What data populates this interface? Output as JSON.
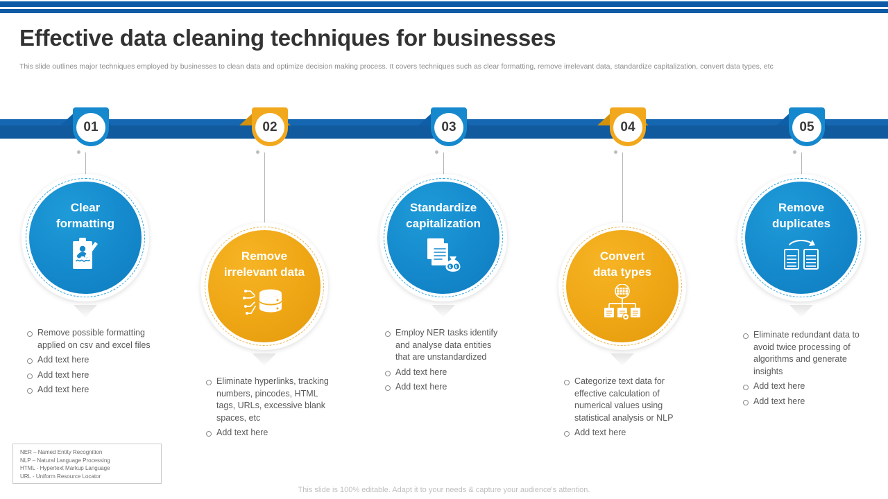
{
  "header": {
    "title": "Effective data cleaning techniques for businesses",
    "subtitle": "This slide outlines major techniques employed by businesses to clean data and optimize decision making process. It covers techniques such as clear formatting, remove irrelevant data, standardize capitalization, convert data types, etc"
  },
  "colors": {
    "blue_bar": "#125a9e",
    "blue_circle": "#1489cc",
    "gold_circle": "#efa615",
    "marker_blue_wing": "#0f5fa8",
    "marker_gold_wing": "#d4910c",
    "text_gray": "#595959"
  },
  "steps": [
    {
      "number": "01",
      "color": "blue",
      "title_line1": "Clear",
      "title_line2": "formatting",
      "icon": "clipboard-signature-icon",
      "bullets": [
        "Remove possible formatting applied on csv and excel files",
        "Add text here",
        "Add text here",
        "Add text here"
      ]
    },
    {
      "number": "02",
      "color": "gold",
      "title_line1": "Remove",
      "title_line2": "irrelevant data",
      "icon": "database-network-icon",
      "bullets": [
        "Eliminate hyperlinks, tracking numbers, pincodes, HTML tags, URLs, excessive blank spaces, etc",
        "Add text here"
      ]
    },
    {
      "number": "03",
      "color": "blue",
      "title_line1": "Standardize",
      "title_line2": "capitalization",
      "icon": "documents-moneybag-icon",
      "bullets": [
        "Employ NER tasks identify and analyse data entities that are unstandardized",
        "Add text here",
        "Add text here"
      ]
    },
    {
      "number": "04",
      "color": "gold",
      "title_line1": "Convert",
      "title_line2": "data types",
      "icon": "hierarchy-nodes-icon",
      "bullets": [
        "Categorize text data for effective calculation of numerical values using statistical analysis or NLP",
        "Add text here"
      ]
    },
    {
      "number": "05",
      "color": "blue",
      "title_line1": "Remove",
      "title_line2": "duplicates",
      "icon": "duplicate-documents-arrow-icon",
      "bullets": [
        "Eliminate redundant data to avoid twice processing of algorithms and generate insights",
        "Add text here",
        "Add text here"
      ]
    }
  ],
  "legend": [
    "NER – Named Entity Recognition",
    "NLP – Natural Language Processing",
    "HTML  -  Hypertext Markup Language",
    "URL - Uniform Resource Locator"
  ],
  "footer": {
    "note": "This slide is 100% editable. Adapt it to your needs & capture your audience's attention."
  }
}
